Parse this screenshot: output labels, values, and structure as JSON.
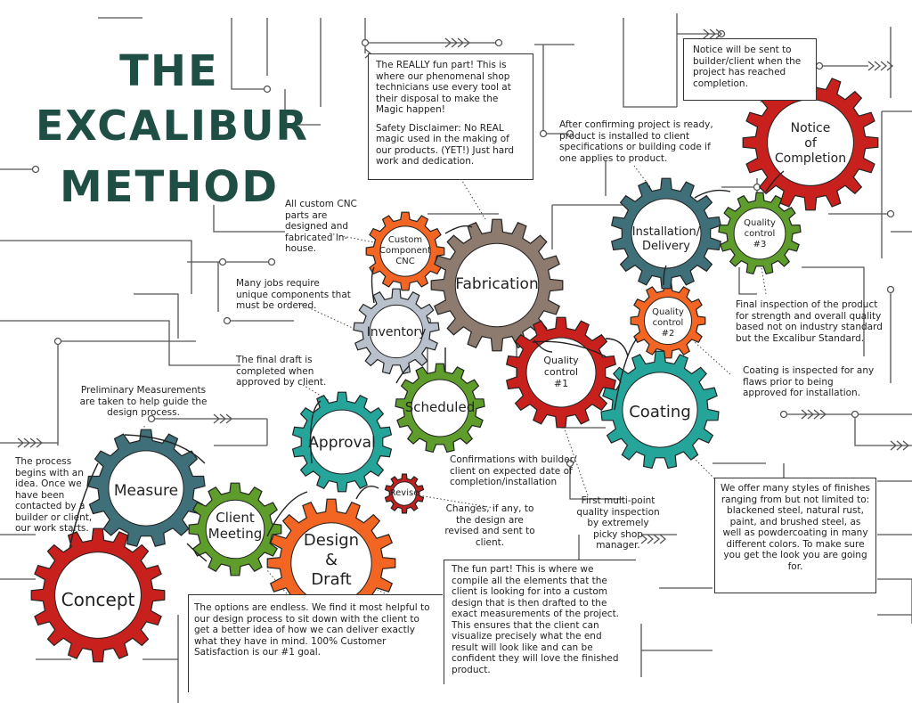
{
  "title": {
    "line1": "THE",
    "line2": "EXCALIBUR",
    "line3": "METHOD"
  },
  "colors": {
    "red": "#c8201d",
    "orange": "#f26522",
    "teal": "#3f6f78",
    "green": "#5e9c2b",
    "tealLight": "#25a59a",
    "brown": "#8c7b6e",
    "slate": "#b8c1cb",
    "darkRed": "#c0201e",
    "title": "#1f4e45"
  },
  "gears": {
    "concept": "Concept",
    "measure": "Measure",
    "client_meeting": "Client Meeting",
    "design_draft": "Design & Draft",
    "revise": "Revise",
    "approval": "Approval",
    "scheduled": "Scheduled",
    "inventory": "Inventory",
    "custom_cnc": "Custom Component CNC",
    "fabrication": "Fabrication",
    "qc1": "Quality Control #1",
    "qc2": "Quality Control #2",
    "coating": "Coating",
    "installation": "Installation/ Delivery",
    "qc3": "Quality Control #3",
    "notice": "Notice of Completion"
  },
  "notes": {
    "concept": "The process begins with an idea. Once we have been contacted by a builder or client, our work starts.",
    "measure": "Preliminary Measurements are taken to help guide the design process.",
    "client_meeting": "The options are endless. We find it most helpful to our design process to sit down with the client to get a better idea of how we can deliver exactly what they have in mind. 100% Customer Satisfaction is our #1 goal.",
    "design_draft": "The fun part! This is where we compile all the elements that the client is looking for into a custom design that is then drafted to the exact measurements of the project. This ensures that the client can visualize precisely what the end result will look like and can be confident they will love the finished product.",
    "revise": "Changes, if any, to the design are revised and sent to client.",
    "approval": "The final draft is completed when approved by client.",
    "scheduled": "Confirmations with builder/ client on expected date of completion/installation",
    "inventory": "Many jobs require unique components that must be ordered.",
    "custom_cnc": "All custom CNC parts are designed and fabricated in-house.",
    "fabrication_p1": "The REALLY fun part! This is where our phenomenal shop technicians use every tool at their disposal to make the Magic happen!",
    "fabrication_p2": "Safety Disclaimer: No REAL magic used in the making of our products. (YET!) Just hard work and dedication.",
    "qc1": "First multi-point quality inspection by extremely picky shop manager.",
    "coating_finishes": "We offer many styles of finishes ranging from but not limited to: blackened steel, natural rust, paint, and brushed steel, as well as powdercoating in many different colors. To make sure you get the look you are going for.",
    "qc2": "Coating is inspected for any flaws prior to being approved for installation.",
    "installation": "After confirming project is ready, product is installed to client specifications or building code if one applies to product.",
    "qc3": "Final inspection of the product for strength and overall quality based not on industry standard but the Excalibur Standard.",
    "notice": "Notice will be sent to builder/client when the project has reached completion."
  }
}
